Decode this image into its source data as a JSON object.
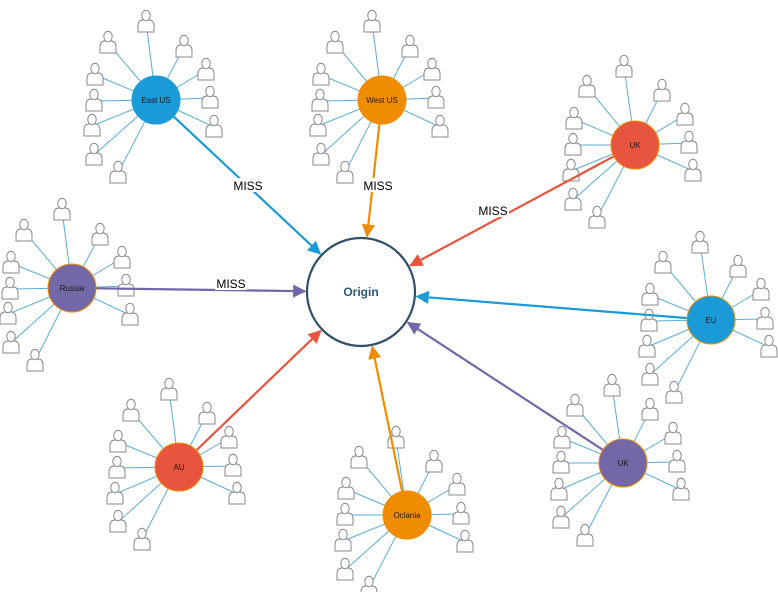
{
  "origin": {
    "label": "Origin",
    "stroke": "#2f4f6a"
  },
  "edge_label": "MISS",
  "nodes": [
    {
      "id": "east-us",
      "label": "East US",
      "color": "#1a9ad6",
      "border": "#1a9ad6",
      "miss": true
    },
    {
      "id": "west-us",
      "label": "West US",
      "color": "#f08c00",
      "border": "#f08c00",
      "miss": true
    },
    {
      "id": "uk-top",
      "label": "UK",
      "color": "#e8553e",
      "border": "#f08c00",
      "miss": true
    },
    {
      "id": "russia",
      "label": "Russia",
      "color": "#7467a8",
      "border": "#f08c00",
      "miss": true
    },
    {
      "id": "eu",
      "label": "EU",
      "color": "#1a9ad6",
      "border": "#f08c00",
      "miss": false
    },
    {
      "id": "au",
      "label": "AU",
      "color": "#e8553e",
      "border": "#f08c00",
      "miss": false
    },
    {
      "id": "oceania",
      "label": "Oclania",
      "color": "#f08c00",
      "border": "#f08c00",
      "miss": false
    },
    {
      "id": "uk-bottom",
      "label": "UK",
      "color": "#7467a8",
      "border": "#f08c00",
      "miss": false
    }
  ],
  "colors": {
    "spoke": "#5aaed6",
    "user": "#8a8a8a"
  }
}
